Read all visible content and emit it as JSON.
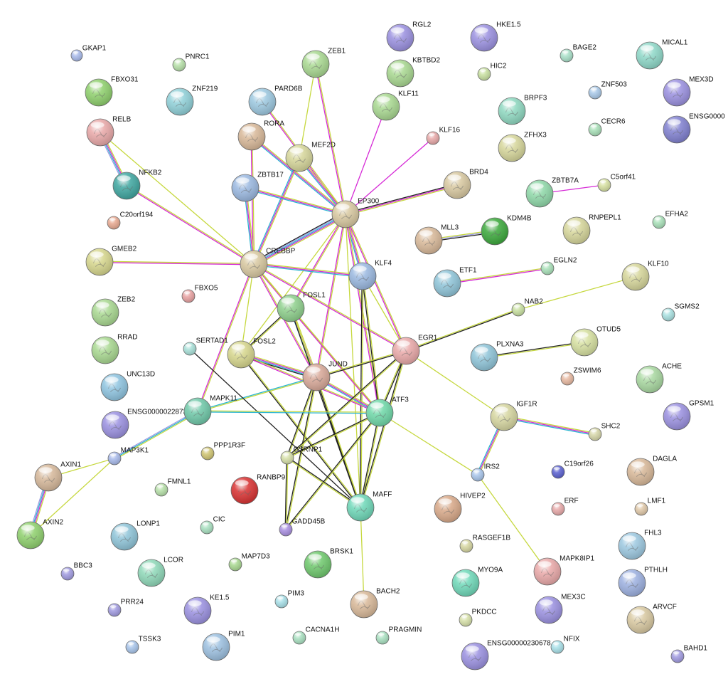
{
  "colors": {
    "background": "#ffffff",
    "edge_text_mining": "#c6d83f",
    "edge_experiments": "#d62ad6",
    "edge_databases": "#2bb5d0",
    "edge_coexpression": "#222222",
    "edge_homology": "#9b9be0",
    "edge_cooccurrence": "#3a6fd8"
  },
  "nodes": [
    {
      "id": "GKAP1",
      "label": "GKAP1",
      "color": "#a7b9ea"
    },
    {
      "id": "PNRC1",
      "label": "PNRC1",
      "color": "#b6e0a8"
    },
    {
      "id": "FBXO31",
      "label": "FBXO31",
      "color": "#8ed06c"
    },
    {
      "id": "ZNF219",
      "label": "ZNF219",
      "color": "#8fd0d8"
    },
    {
      "id": "RELB",
      "label": "RELB",
      "color": "#e9a8a8"
    },
    {
      "id": "NFKB2",
      "label": "NFKB2",
      "color": "#3ea6a0"
    },
    {
      "id": "C20orf194",
      "label": "C20orf194",
      "color": "#e7a890"
    },
    {
      "id": "GMEB2",
      "label": "GMEB2",
      "color": "#d6d68c"
    },
    {
      "id": "ZEB2",
      "label": "ZEB2",
      "color": "#a8d890"
    },
    {
      "id": "RRAD",
      "label": "RRAD",
      "color": "#a8d890"
    },
    {
      "id": "UNC13D",
      "label": "UNC13D",
      "color": "#8ec4e0"
    },
    {
      "id": "ENSG00000228736",
      "label": "ENSG00000228736",
      "color": "#9a90e0"
    },
    {
      "id": "AXIN1",
      "label": "AXIN1",
      "color": "#d6b89a"
    },
    {
      "id": "AXIN2",
      "label": "AXIN2",
      "color": "#8ed06c"
    },
    {
      "id": "BBC3",
      "label": "BBC3",
      "color": "#a09ae0"
    },
    {
      "id": "PRR24",
      "label": "PRR24",
      "color": "#a09ae0"
    },
    {
      "id": "TSSK3",
      "label": "TSSK3",
      "color": "#a7c4ea"
    },
    {
      "id": "PARD6B",
      "label": "PARD6B",
      "color": "#9cc8e0"
    },
    {
      "id": "RORA",
      "label": "RORA",
      "color": "#d8b898"
    },
    {
      "id": "ZEB1",
      "label": "ZEB1",
      "color": "#a8d890"
    },
    {
      "id": "MEF2D",
      "label": "MEF2D",
      "color": "#d6d69a"
    },
    {
      "id": "ZBTB17",
      "label": "ZBTB17",
      "color": "#9ab8e0"
    },
    {
      "id": "EP300",
      "label": "EP300",
      "color": "#d8c8a0"
    },
    {
      "id": "CREBBP",
      "label": "CREBBP",
      "color": "#d8c8a0"
    },
    {
      "id": "FBXO5",
      "label": "FBXO5",
      "color": "#e7a0a0"
    },
    {
      "id": "SERTAD1",
      "label": "SERTAD1",
      "color": "#a8e0d8"
    },
    {
      "id": "FOSL1",
      "label": "FOSL1",
      "color": "#8ed08c"
    },
    {
      "id": "FOSL2",
      "label": "FOSL2",
      "color": "#d6d68c"
    },
    {
      "id": "JUND",
      "label": "JUND",
      "color": "#d8a898"
    },
    {
      "id": "MAPK11",
      "label": "MAPK11",
      "color": "#6ec8a8"
    },
    {
      "id": "MAP3K1",
      "label": "MAP3K1",
      "color": "#a7b9ea"
    },
    {
      "id": "PPP1R3F",
      "label": "PPP1R3F",
      "color": "#cfc470"
    },
    {
      "id": "CSRNP1",
      "label": "CSRNP1",
      "color": "#d6e0a8"
    },
    {
      "id": "RANBP9",
      "label": "RANBP9",
      "color": "#d83030"
    },
    {
      "id": "GADD45B",
      "label": "GADD45B",
      "color": "#a88ee0"
    },
    {
      "id": "FMNL1",
      "label": "FMNL1",
      "color": "#b6e0a8"
    },
    {
      "id": "CIC",
      "label": "CIC",
      "color": "#a8e0c0"
    },
    {
      "id": "LONP1",
      "label": "LONP1",
      "color": "#8ec4d8"
    },
    {
      "id": "LCOR",
      "label": "LCOR",
      "color": "#8ed8b8"
    },
    {
      "id": "MAP7D3",
      "label": "MAP7D3",
      "color": "#a8d890"
    },
    {
      "id": "KE1.5",
      "label": "KE1.5",
      "color": "#9a90e0"
    },
    {
      "id": "PIM3",
      "label": "PIM3",
      "color": "#a8e0e8"
    },
    {
      "id": "PIM1",
      "label": "PIM1",
      "color": "#9cc0e0"
    },
    {
      "id": "CACNA1H",
      "label": "CACNA1H",
      "color": "#a8e0c0"
    },
    {
      "id": "BRSK1",
      "label": "BRSK1",
      "color": "#6ec86c"
    },
    {
      "id": "MAFF",
      "label": "MAFF",
      "color": "#6ed8b8"
    },
    {
      "id": "BACH2",
      "label": "BACH2",
      "color": "#d8b898"
    },
    {
      "id": "PRAGMIN",
      "label": "PRAGMIN",
      "color": "#a8e0c0"
    },
    {
      "id": "ATF3",
      "label": "ATF3",
      "color": "#6ed8a8"
    },
    {
      "id": "EGR1",
      "label": "EGR1",
      "color": "#e9a8a8"
    },
    {
      "id": "KLF4",
      "label": "KLF4",
      "color": "#9ab8e0"
    },
    {
      "id": "RGL2",
      "label": "RGL2",
      "color": "#9a90e0"
    },
    {
      "id": "KBTBD2",
      "label": "KBTBD2",
      "color": "#a8d890"
    },
    {
      "id": "KLF11",
      "label": "KLF11",
      "color": "#a8d890"
    },
    {
      "id": "KLF16",
      "label": "KLF16",
      "color": "#e7a8a8"
    },
    {
      "id": "HKE1.5",
      "label": "HKE1.5",
      "color": "#9a90e0"
    },
    {
      "id": "HIC2",
      "label": "HIC2",
      "color": "#c8e0a0"
    },
    {
      "id": "BRD4",
      "label": "BRD4",
      "color": "#d8c8a0"
    },
    {
      "id": "MLL3",
      "label": "MLL3",
      "color": "#d8b898"
    },
    {
      "id": "KDM4B",
      "label": "KDM4B",
      "color": "#3aa83a"
    },
    {
      "id": "ETF1",
      "label": "ETF1",
      "color": "#8ec4d8"
    },
    {
      "id": "EGLN2",
      "label": "EGLN2",
      "color": "#a8e0b8"
    },
    {
      "id": "NAB2",
      "label": "NAB2",
      "color": "#c8e0a0"
    },
    {
      "id": "PLXNA3",
      "label": "PLXNA3",
      "color": "#8ec4d8"
    },
    {
      "id": "IGF1R",
      "label": "IGF1R",
      "color": "#d6d6a0"
    },
    {
      "id": "SHC2",
      "label": "SHC2",
      "color": "#d6d6a8"
    },
    {
      "id": "IRS2",
      "label": "IRS2",
      "color": "#a7c4ea"
    },
    {
      "id": "HIVEP2",
      "label": "HIVEP2",
      "color": "#d8a888"
    },
    {
      "id": "RASGEF1B",
      "label": "RASGEF1B",
      "color": "#d6d6a0"
    },
    {
      "id": "MYO9A",
      "label": "MYO9A",
      "color": "#6ed8b8"
    },
    {
      "id": "PKDCC",
      "label": "PKDCC",
      "color": "#d6e0a8"
    },
    {
      "id": "ENSG00000230678",
      "label": "ENSG00000230678",
      "color": "#9a90e0"
    },
    {
      "id": "NFIX",
      "label": "NFIX",
      "color": "#a8e0e8"
    },
    {
      "id": "MAPK8IP1",
      "label": "MAPK8IP1",
      "color": "#e9a8a8"
    },
    {
      "id": "MEX3C",
      "label": "MEX3C",
      "color": "#9a90e0"
    },
    {
      "id": "ERF",
      "label": "ERF",
      "color": "#e7a8a8"
    },
    {
      "id": "BAGE2",
      "label": "BAGE2",
      "color": "#a8e0c8"
    },
    {
      "id": "ZNF503",
      "label": "ZNF503",
      "color": "#a8c8e8"
    },
    {
      "id": "CECR6",
      "label": "CECR6",
      "color": "#a8e0b8"
    },
    {
      "id": "BRPF3",
      "label": "BRPF3",
      "color": "#8ed8c0"
    },
    {
      "id": "ZFHX3",
      "label": "ZFHX3",
      "color": "#d6d69a"
    },
    {
      "id": "ZBTB7A",
      "label": "ZBTB7A",
      "color": "#8ed8a8"
    },
    {
      "id": "C5orf41",
      "label": "C5orf41",
      "color": "#d6e0a0"
    },
    {
      "id": "RNPEPL1",
      "label": "RNPEPL1",
      "color": "#d6d69a"
    },
    {
      "id": "EFHA2",
      "label": "EFHA2",
      "color": "#a8e0b8"
    },
    {
      "id": "MICAL1",
      "label": "MICAL1",
      "color": "#8ed8c8"
    },
    {
      "id": "MEX3D",
      "label": "MEX3D",
      "color": "#9a90e0"
    },
    {
      "id": "ENSG0000",
      "label": "ENSG0000",
      "color": "#8080d0"
    },
    {
      "id": "KLF10",
      "label": "KLF10",
      "color": "#d6d69a"
    },
    {
      "id": "SGMS2",
      "label": "SGMS2",
      "color": "#a8e0e0"
    },
    {
      "id": "OTUD5",
      "label": "OTUD5",
      "color": "#d6e0a0"
    },
    {
      "id": "ZSWIM6",
      "label": "ZSWIM6",
      "color": "#e7b8a0"
    },
    {
      "id": "ACHE",
      "label": "ACHE",
      "color": "#a8d8a0"
    },
    {
      "id": "GPSM1",
      "label": "GPSM1",
      "color": "#9a90e0"
    },
    {
      "id": "C19orf26",
      "label": "C19orf26",
      "color": "#5a60d0"
    },
    {
      "id": "DAGLA",
      "label": "DAGLA",
      "color": "#d8b898"
    },
    {
      "id": "LMF1",
      "label": "LMF1",
      "color": "#e0c8a8"
    },
    {
      "id": "FHL3",
      "label": "FHL3",
      "color": "#9cc8e0"
    },
    {
      "id": "PTHLH",
      "label": "PTHLH",
      "color": "#9cb0e0"
    },
    {
      "id": "ARVCF",
      "label": "ARVCF",
      "color": "#d8c8a0"
    },
    {
      "id": "BAHD1",
      "label": "BAHD1",
      "color": "#a09ae0"
    }
  ],
  "edges": [
    {
      "s": "RELB",
      "t": "NFKB2",
      "types": [
        "text",
        "exp",
        "db",
        "homology"
      ]
    },
    {
      "s": "RELB",
      "t": "CREBBP",
      "types": [
        "text"
      ]
    },
    {
      "s": "NFKB2",
      "t": "CREBBP",
      "types": [
        "text",
        "exp"
      ]
    },
    {
      "s": "GMEB2",
      "t": "CREBBP",
      "types": [
        "text",
        "exp"
      ]
    },
    {
      "s": "ZEB1",
      "t": "EP300",
      "types": [
        "text",
        "exp"
      ]
    },
    {
      "s": "ZEB1",
      "t": "MEF2D",
      "types": [
        "text"
      ]
    },
    {
      "s": "RORA",
      "t": "EP300",
      "types": [
        "text",
        "exp",
        "db"
      ]
    },
    {
      "s": "RORA",
      "t": "CREBBP",
      "types": [
        "text",
        "exp"
      ]
    },
    {
      "s": "PARD6B",
      "t": "EP300",
      "types": [
        "text",
        "exp"
      ]
    },
    {
      "s": "MEF2D",
      "t": "EP300",
      "types": [
        "text",
        "exp",
        "db"
      ]
    },
    {
      "s": "MEF2D",
      "t": "CREBBP",
      "types": [
        "text",
        "exp",
        "db"
      ]
    },
    {
      "s": "ZBTB17",
      "t": "EP300",
      "types": [
        "text",
        "exp",
        "db"
      ]
    },
    {
      "s": "ZBTB17",
      "t": "CREBBP",
      "types": [
        "text",
        "exp",
        "db"
      ]
    },
    {
      "s": "KLF11",
      "t": "EP300",
      "types": [
        "exp"
      ]
    },
    {
      "s": "KLF16",
      "t": "EP300",
      "types": [
        "exp"
      ]
    },
    {
      "s": "BRD4",
      "t": "EP300",
      "types": [
        "text",
        "exp",
        "coexp"
      ]
    },
    {
      "s": "EP300",
      "t": "CREBBP",
      "types": [
        "text",
        "exp",
        "db",
        "homology",
        "coexp"
      ]
    },
    {
      "s": "EP300",
      "t": "KLF4",
      "types": [
        "text",
        "exp",
        "db"
      ]
    },
    {
      "s": "EP300",
      "t": "FOSL1",
      "types": [
        "text",
        "exp"
      ]
    },
    {
      "s": "EP300",
      "t": "FOSL2",
      "types": [
        "text"
      ]
    },
    {
      "s": "EP300",
      "t": "JUND",
      "types": [
        "text",
        "exp"
      ]
    },
    {
      "s": "EP300",
      "t": "ATF3",
      "types": [
        "text",
        "exp"
      ]
    },
    {
      "s": "EP300",
      "t": "EGR1",
      "types": [
        "text",
        "exp"
      ]
    },
    {
      "s": "EP300",
      "t": "MAFF",
      "types": [
        "text"
      ]
    },
    {
      "s": "CREBBP",
      "t": "KLF4",
      "types": [
        "text",
        "exp",
        "db"
      ]
    },
    {
      "s": "CREBBP",
      "t": "FOSL1",
      "types": [
        "text",
        "exp"
      ]
    },
    {
      "s": "CREBBP",
      "t": "JUND",
      "types": [
        "text",
        "exp"
      ]
    },
    {
      "s": "CREBBP",
      "t": "EGR1",
      "types": [
        "text",
        "exp"
      ]
    },
    {
      "s": "CREBBP",
      "t": "ATF3",
      "types": [
        "text"
      ]
    },
    {
      "s": "CREBBP",
      "t": "MAPK11",
      "types": [
        "text",
        "exp"
      ]
    },
    {
      "s": "CREBBP",
      "t": "FOSL2",
      "types": [
        "text"
      ]
    },
    {
      "s": "KLF4",
      "t": "EGR1",
      "types": [
        "text"
      ]
    },
    {
      "s": "KLF4",
      "t": "ATF3",
      "types": [
        "text",
        "coexp"
      ]
    },
    {
      "s": "KLF4",
      "t": "MAFF",
      "types": [
        "text",
        "coexp"
      ]
    },
    {
      "s": "FOSL1",
      "t": "JUND",
      "types": [
        "text",
        "exp",
        "db"
      ]
    },
    {
      "s": "FOSL1",
      "t": "ATF3",
      "types": [
        "text",
        "exp"
      ]
    },
    {
      "s": "FOSL1",
      "t": "MAFF",
      "types": [
        "text",
        "coexp"
      ]
    },
    {
      "s": "FOSL1",
      "t": "FOSL2",
      "types": [
        "text",
        "coexp"
      ]
    },
    {
      "s": "FOSL2",
      "t": "JUND",
      "types": [
        "text",
        "exp",
        "db",
        "coexp"
      ]
    },
    {
      "s": "FOSL2",
      "t": "ATF3",
      "types": [
        "text",
        "exp"
      ]
    },
    {
      "s": "FOSL2",
      "t": "MAFF",
      "types": [
        "text",
        "coexp"
      ]
    },
    {
      "s": "JUND",
      "t": "ATF3",
      "types": [
        "text",
        "exp",
        "db"
      ]
    },
    {
      "s": "JUND",
      "t": "EGR1",
      "types": [
        "text",
        "coexp"
      ]
    },
    {
      "s": "JUND",
      "t": "MAFF",
      "types": [
        "text",
        "coexp"
      ]
    },
    {
      "s": "JUND",
      "t": "MAPK11",
      "types": [
        "text",
        "db"
      ]
    },
    {
      "s": "JUND",
      "t": "CSRNP1",
      "types": [
        "text",
        "coexp"
      ]
    },
    {
      "s": "JUND",
      "t": "GADD45B",
      "types": [
        "text",
        "coexp"
      ]
    },
    {
      "s": "ATF3",
      "t": "EGR1",
      "types": [
        "text",
        "coexp"
      ]
    },
    {
      "s": "ATF3",
      "t": "MAFF",
      "types": [
        "text",
        "coexp"
      ]
    },
    {
      "s": "ATF3",
      "t": "CSRNP1",
      "types": [
        "text",
        "coexp"
      ]
    },
    {
      "s": "ATF3",
      "t": "GADD45B",
      "types": [
        "text",
        "coexp"
      ]
    },
    {
      "s": "ATF3",
      "t": "IRS2",
      "types": [
        "text"
      ]
    },
    {
      "s": "EGR1",
      "t": "NAB2",
      "types": [
        "text",
        "coexp"
      ]
    },
    {
      "s": "EGR1",
      "t": "MAFF",
      "types": [
        "text",
        "coexp"
      ]
    },
    {
      "s": "EGR1",
      "t": "CSRNP1",
      "types": [
        "text",
        "coexp"
      ]
    },
    {
      "s": "EGR1",
      "t": "IGF1R",
      "types": [
        "text"
      ]
    },
    {
      "s": "NAB2",
      "t": "KLF10",
      "types": [
        "text"
      ]
    },
    {
      "s": "SERTAD1",
      "t": "MAFF",
      "types": [
        "coexp"
      ]
    },
    {
      "s": "MAFF",
      "t": "BACH2",
      "types": [
        "text"
      ]
    },
    {
      "s": "MAFF",
      "t": "CSRNP1",
      "types": [
        "text",
        "coexp"
      ]
    },
    {
      "s": "CSRNP1",
      "t": "GADD45B",
      "types": [
        "text",
        "coexp"
      ]
    },
    {
      "s": "MAPK11",
      "t": "MAP3K1",
      "types": [
        "text",
        "db",
        "homology"
      ]
    },
    {
      "s": "MAPK11",
      "t": "ATF3",
      "types": [
        "text",
        "db"
      ]
    },
    {
      "s": "MAP3K1",
      "t": "AXIN1",
      "types": [
        "text"
      ]
    },
    {
      "s": "MAP3K1",
      "t": "AXIN2",
      "types": [
        "text"
      ]
    },
    {
      "s": "AXIN1",
      "t": "AXIN2",
      "types": [
        "text",
        "exp",
        "db",
        "homology"
      ]
    },
    {
      "s": "MLL3",
      "t": "KDM4B",
      "types": [
        "text",
        "homology",
        "coexp"
      ]
    },
    {
      "s": "ETF1",
      "t": "EGLN2",
      "types": [
        "text",
        "exp"
      ]
    },
    {
      "s": "PLXNA3",
      "t": "OTUD5",
      "types": [
        "coexp",
        "text"
      ]
    },
    {
      "s": "ZBTB7A",
      "t": "C5orf41",
      "types": [
        "exp"
      ]
    },
    {
      "s": "IGF1R",
      "t": "SHC2",
      "types": [
        "text",
        "exp",
        "db"
      ]
    },
    {
      "s": "IGF1R",
      "t": "IRS2",
      "types": [
        "text",
        "exp",
        "db"
      ]
    },
    {
      "s": "IRS2",
      "t": "MAPK8IP1",
      "types": [
        "text"
      ]
    }
  ]
}
